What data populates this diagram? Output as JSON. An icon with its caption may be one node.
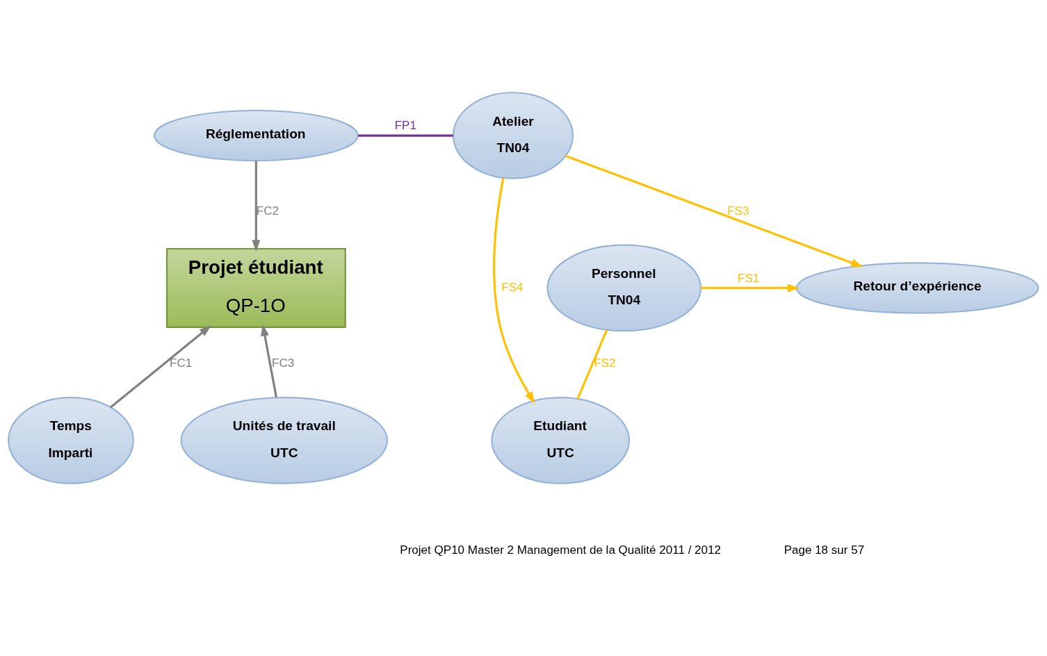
{
  "diagram": {
    "nodes": [
      {
        "text": [
          "Réglementation"
        ]
      },
      {
        "text": [
          "Atelier",
          "TN04"
        ]
      },
      {
        "text": [
          "Retour d’expérience"
        ]
      },
      {
        "text": [
          "Projet étudiant",
          "QP-1O"
        ]
      },
      {
        "text": [
          "Personnel",
          "TN04"
        ]
      },
      {
        "text": [
          "Temps",
          "Imparti"
        ]
      },
      {
        "text": [
          "Etudiant",
          "UTC"
        ]
      },
      {
        "text": [
          "Unités de travail",
          "UTC"
        ]
      }
    ],
    "edges": [
      {
        "from": 0,
        "to": 3,
        "arrow": "to",
        "label": "FC2",
        "color": "#808080"
      },
      {
        "from": 0,
        "to": 1,
        "arrow": "none",
        "label": "FP1",
        "color": "#7030a0"
      },
      {
        "from": 1,
        "to": 2,
        "arrow": "to",
        "label": "FS3"
      },
      {
        "from": 4,
        "to": 2,
        "arrow": "to",
        "label": "FS1"
      },
      {
        "from": 1,
        "to": 6,
        "arrow": "to",
        "label": "FS4"
      },
      {
        "from": 4,
        "to": 6,
        "arrow": "none",
        "label": "FS2"
      },
      {
        "from": 5,
        "to": 3,
        "arrow": "to",
        "label": "FC1",
        "color": "#808080"
      },
      {
        "from": 7,
        "to": 3,
        "arrow": "to",
        "label": "FC3",
        "color": "#808080"
      }
    ],
    "labels": [
      "Projet QP10 Master 2 Management de la Qualité 2011 / 2012",
      "Page 18 sur 57"
    ]
  }
}
